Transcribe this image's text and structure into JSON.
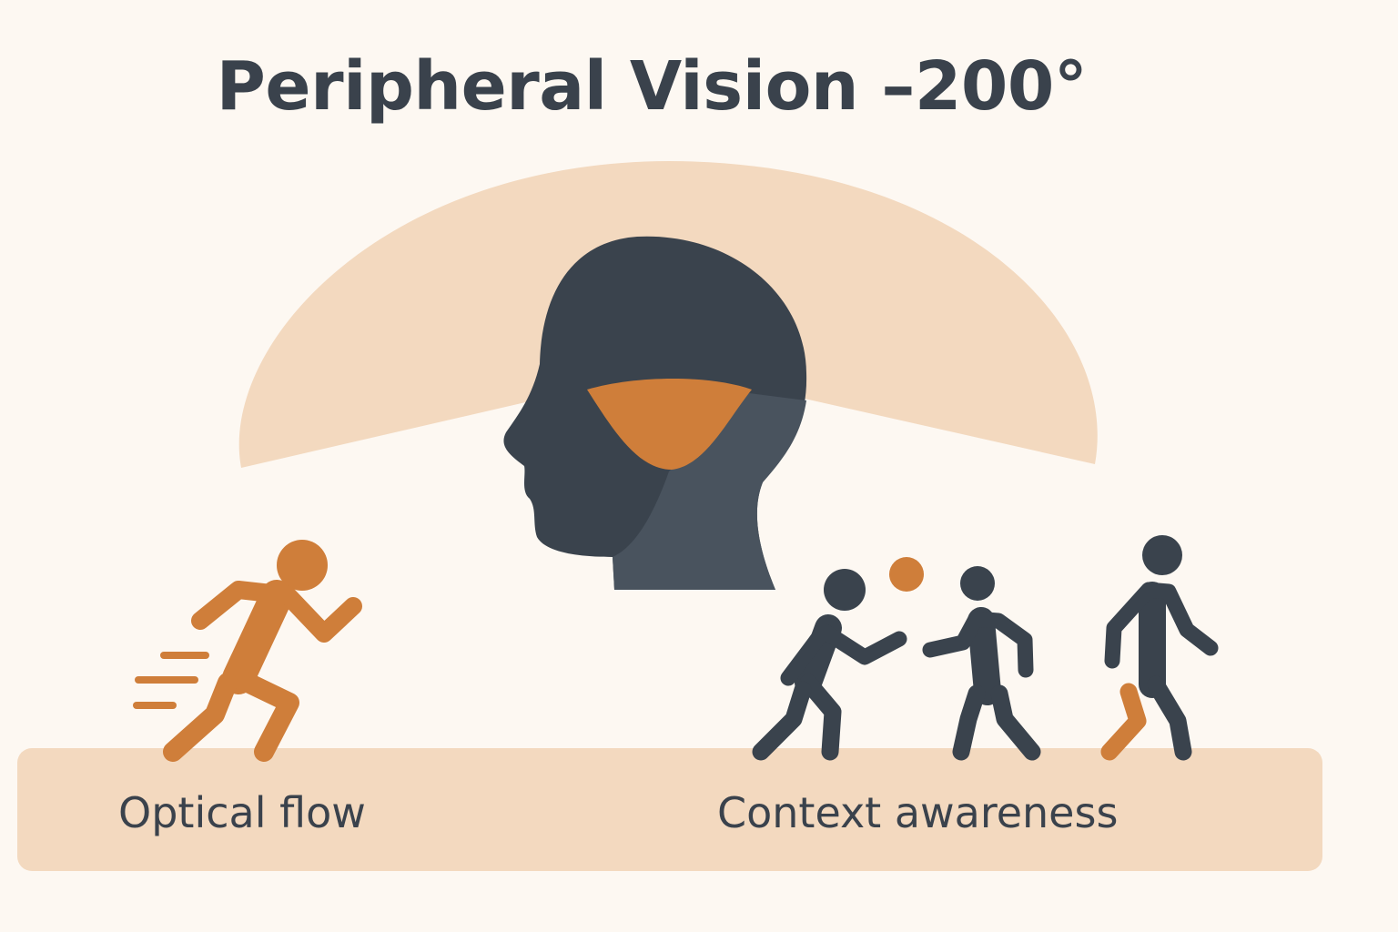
{
  "title": "Peripheral Vision –200°",
  "labels": {
    "left": "Optical flow",
    "right": "Context awareness"
  },
  "colors": {
    "background": "#FDF8F2",
    "field": "#F3D9BF",
    "dark": "#3A434D",
    "orange": "#CF7E3A"
  },
  "icons": [
    "field-of-view-arc",
    "head-profile-icon",
    "running-person-icon",
    "people-group-icon",
    "ball-icon"
  ]
}
